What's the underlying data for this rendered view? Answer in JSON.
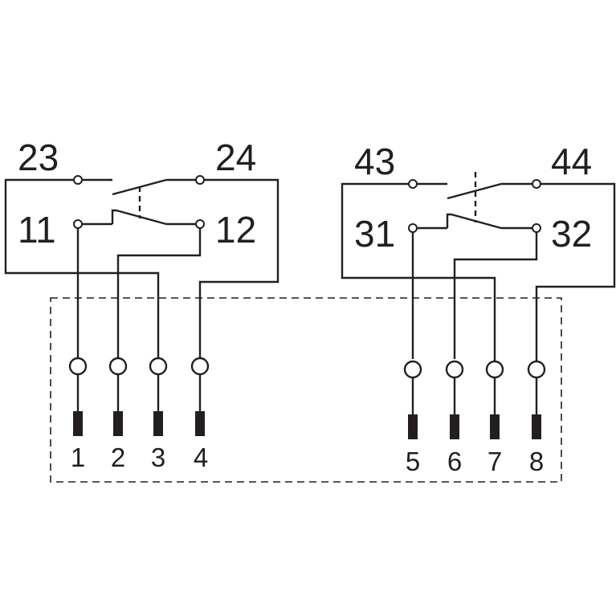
{
  "contact_block_left": {
    "labels": {
      "top_left": "23",
      "top_right": "24",
      "mid_left": "11",
      "mid_right": "12"
    }
  },
  "contact_block_right": {
    "labels": {
      "top_left": "43",
      "top_right": "44",
      "mid_left": "31",
      "mid_right": "32"
    }
  },
  "pins": [
    "1",
    "2",
    "3",
    "4",
    "5",
    "6",
    "7",
    "8"
  ]
}
